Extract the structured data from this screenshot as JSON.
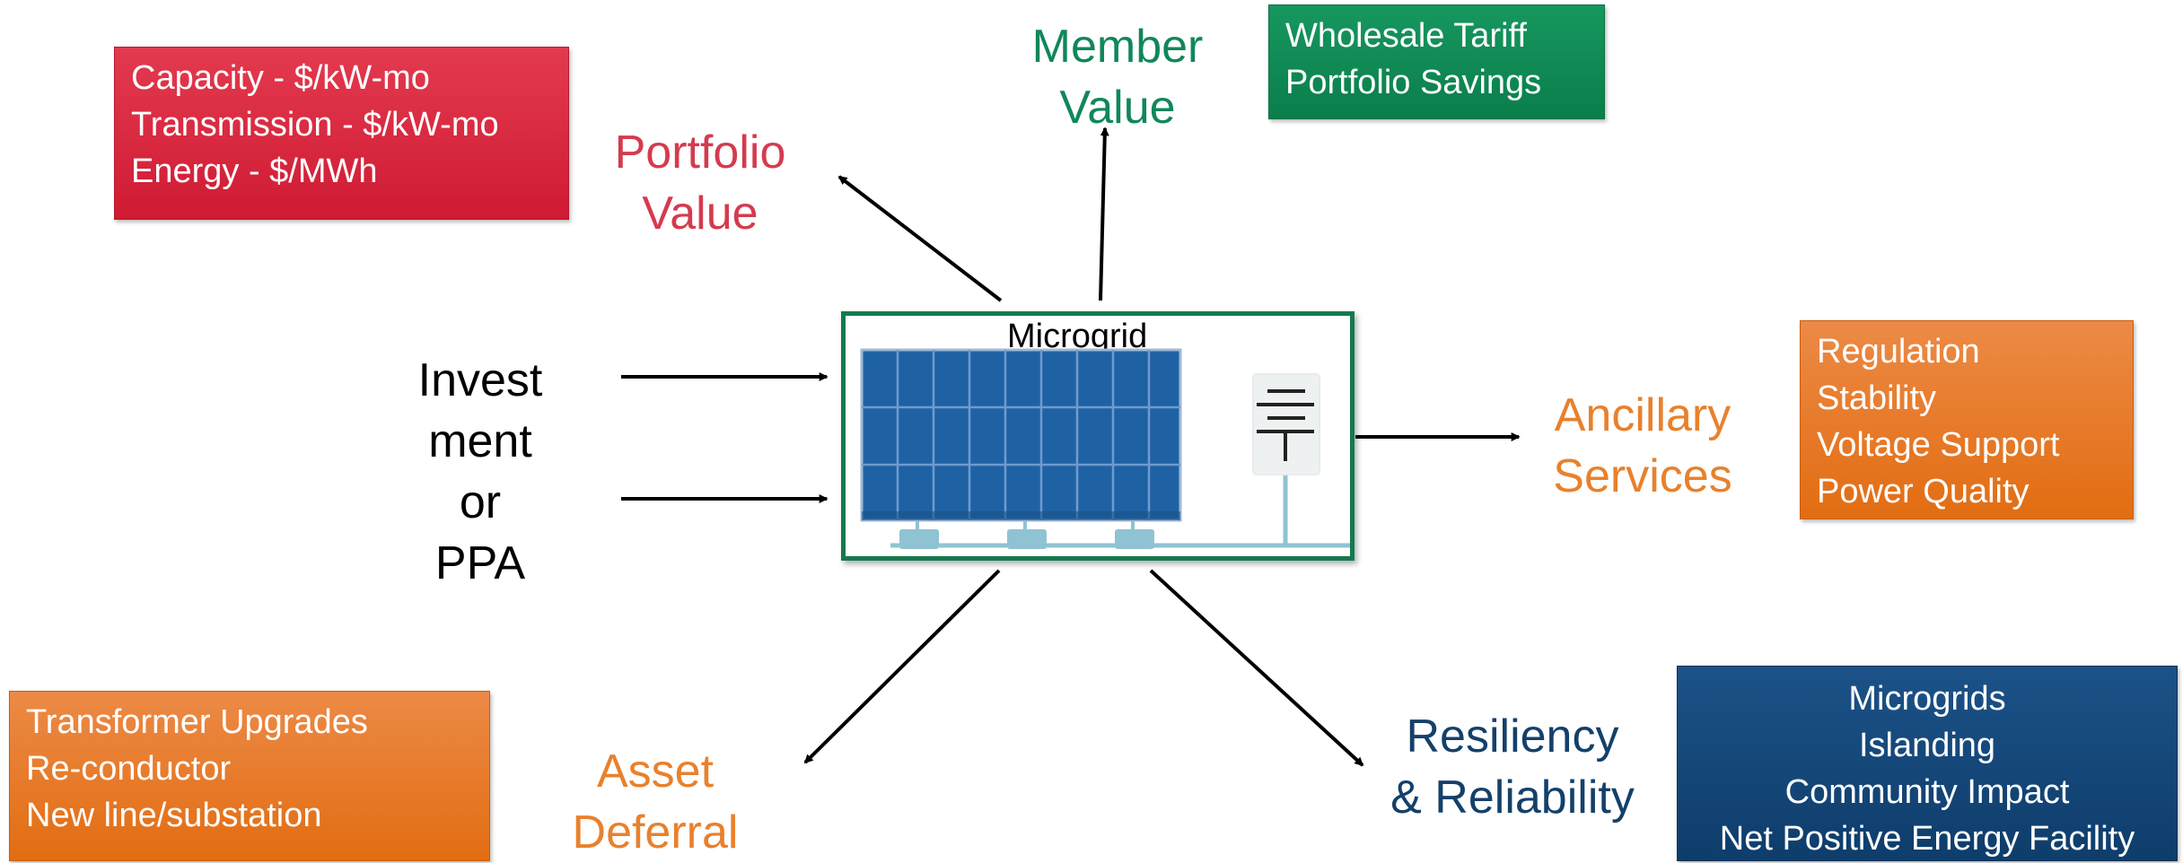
{
  "colors": {
    "portfolio": "#d43b4e",
    "member": "#10875a",
    "orange_text": "#e8812c",
    "navy": "#14406a",
    "red_box": "#d41f38",
    "green_box": "#0e8a55",
    "orange_box": "#e8761c",
    "navy_box": "#114272",
    "microgrid_border": "#137a4e",
    "panel_blue": "#1f62a4"
  },
  "labels": {
    "portfolio_value": [
      "Portfolio",
      "Value"
    ],
    "member_value": [
      "Member",
      "Value"
    ],
    "ancillary_services": [
      "Ancillary",
      "Services"
    ],
    "resiliency": [
      "Resiliency",
      "& Reliability"
    ],
    "asset_deferral": [
      "Asset",
      "Deferral"
    ],
    "investment": [
      "Invest",
      "ment",
      "or",
      "PPA"
    ]
  },
  "microgrid": {
    "title": "Microgrid"
  },
  "boxes": {
    "capacity": [
      "Capacity - $/kW-mo",
      "Transmission - $/kW-mo",
      "Energy - $/MWh"
    ],
    "wholesale": [
      "Wholesale Tariff",
      "Portfolio Savings"
    ],
    "regulation": [
      "Regulation",
      "Stability",
      "Voltage Support",
      "Power Quality"
    ],
    "transformer": [
      "Transformer Upgrades",
      "Re-conductor",
      "New line/substation"
    ],
    "microgrids": [
      "Microgrids",
      "Islanding",
      "Community Impact",
      "Net Positive Energy Facility"
    ]
  },
  "icons": [
    "arrow",
    "solar-panel-icon",
    "battery-icon"
  ]
}
